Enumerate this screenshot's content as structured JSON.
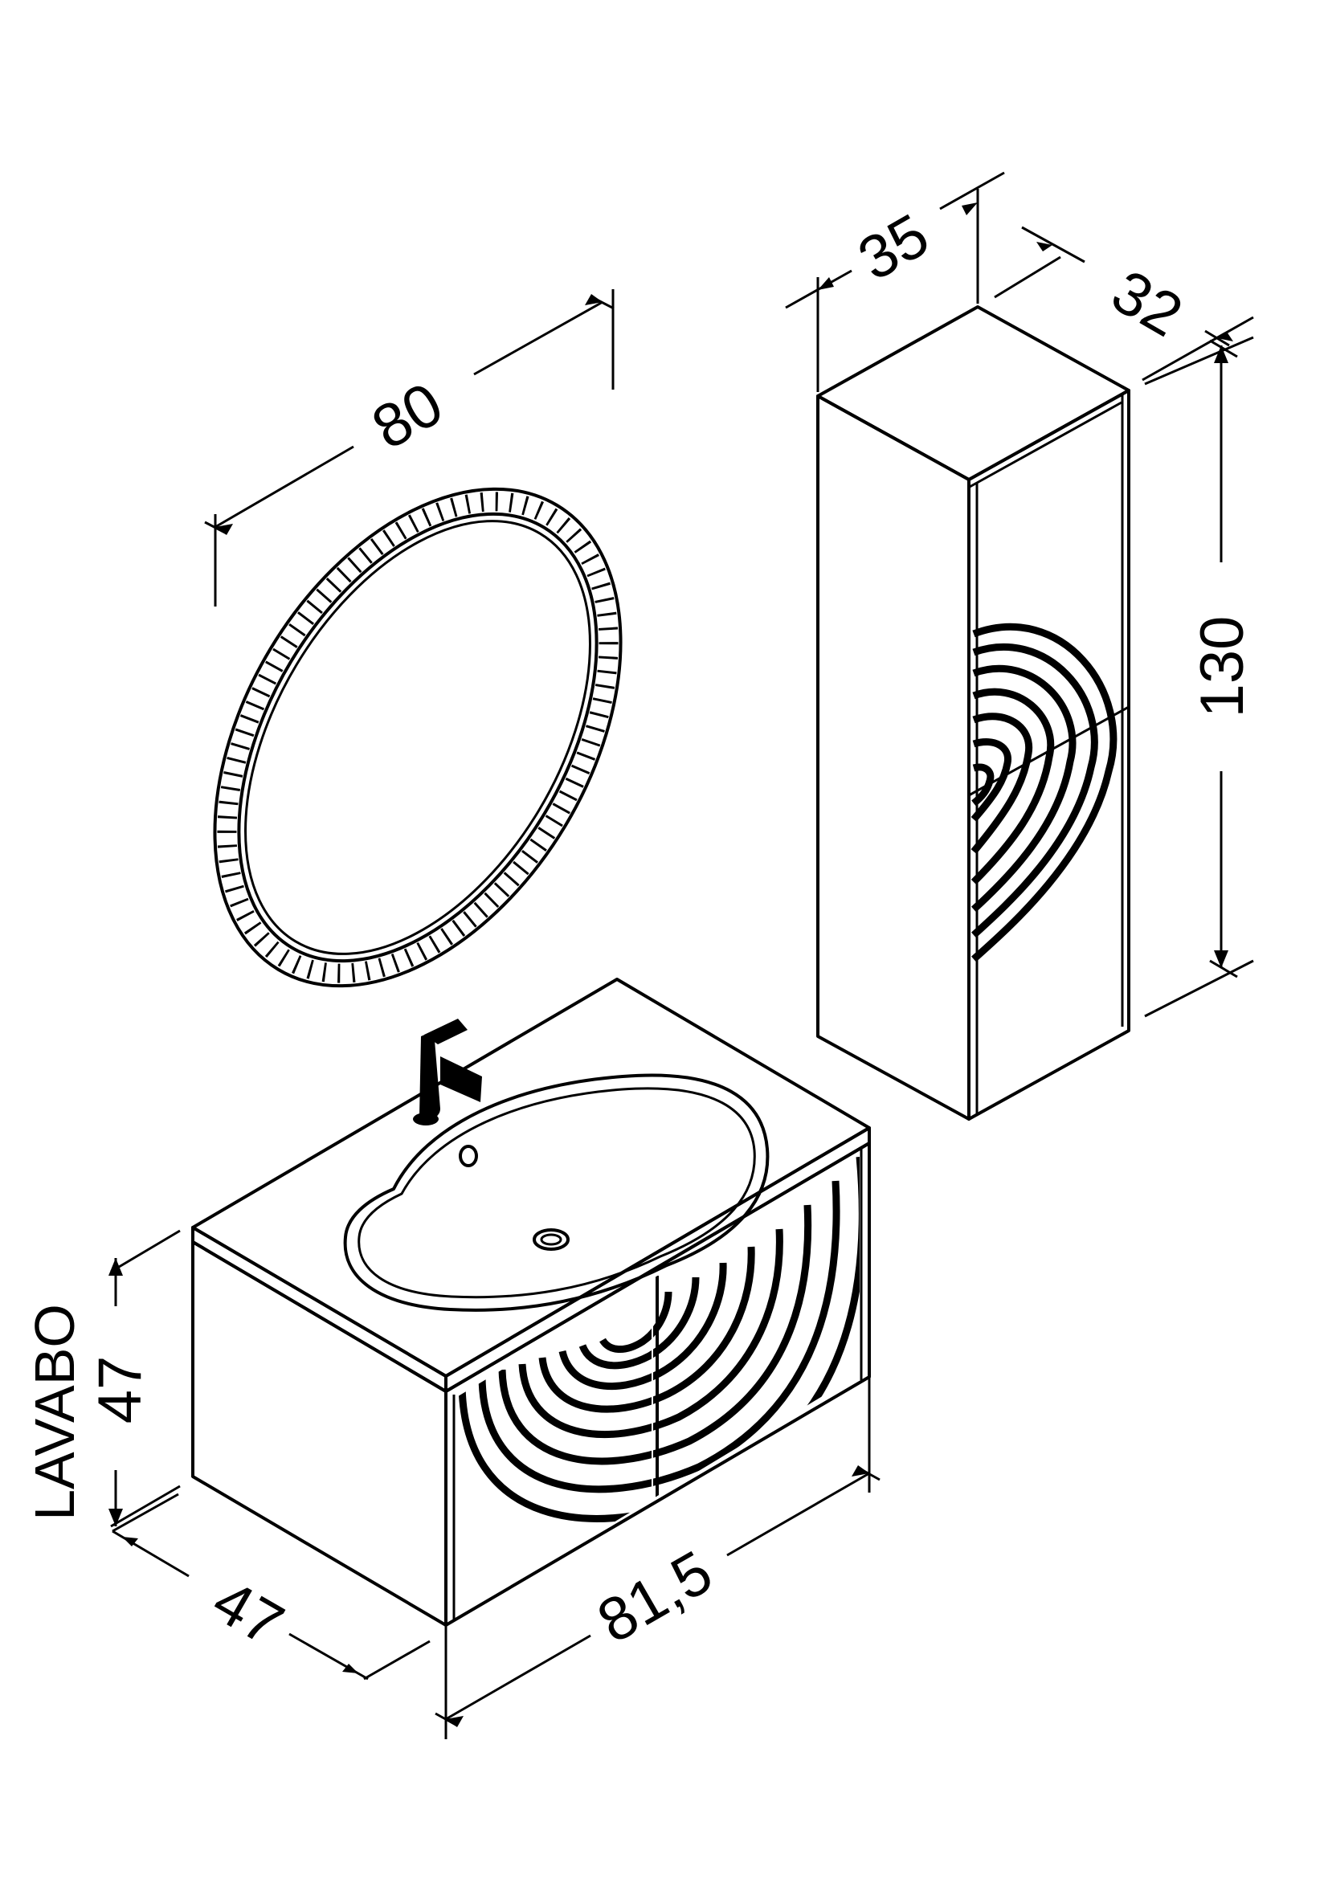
{
  "mirror": {
    "width": "80"
  },
  "column": {
    "depth": "35",
    "width": "32",
    "height": "130"
  },
  "vanity": {
    "label": "LAVABO",
    "height": "47",
    "depth": "47",
    "width": "81,5"
  },
  "colors": {
    "line": "#000000",
    "background": "#ffffff"
  }
}
